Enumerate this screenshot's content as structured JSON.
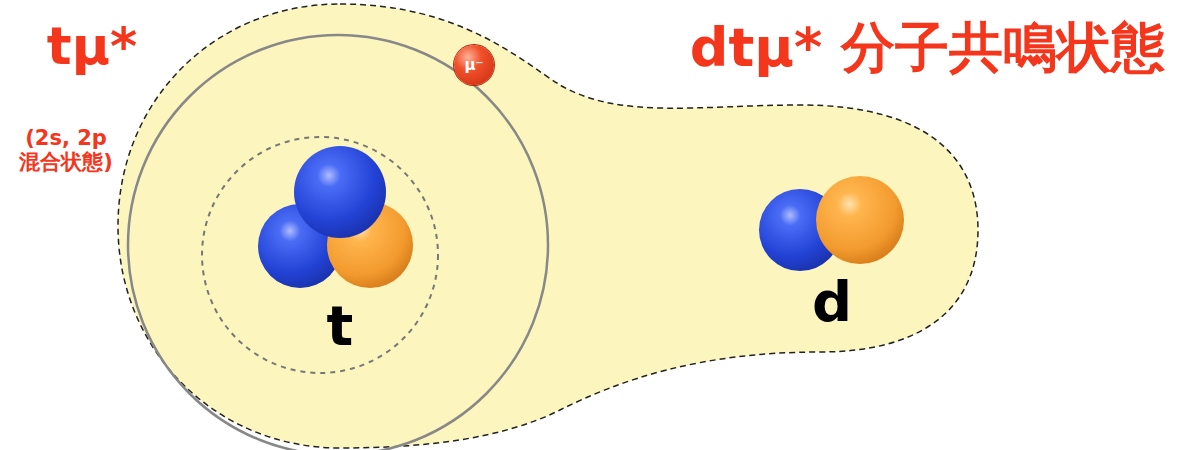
{
  "diagram": {
    "nodes": [
      {
        "text": [
          "μ⁻"
        ]
      }
    ],
    "labels": [
      "tμ*",
      "(2s, 2p 混合状態)",
      "dtμ* 分子共鳴状態",
      "t",
      "d"
    ]
  }
}
